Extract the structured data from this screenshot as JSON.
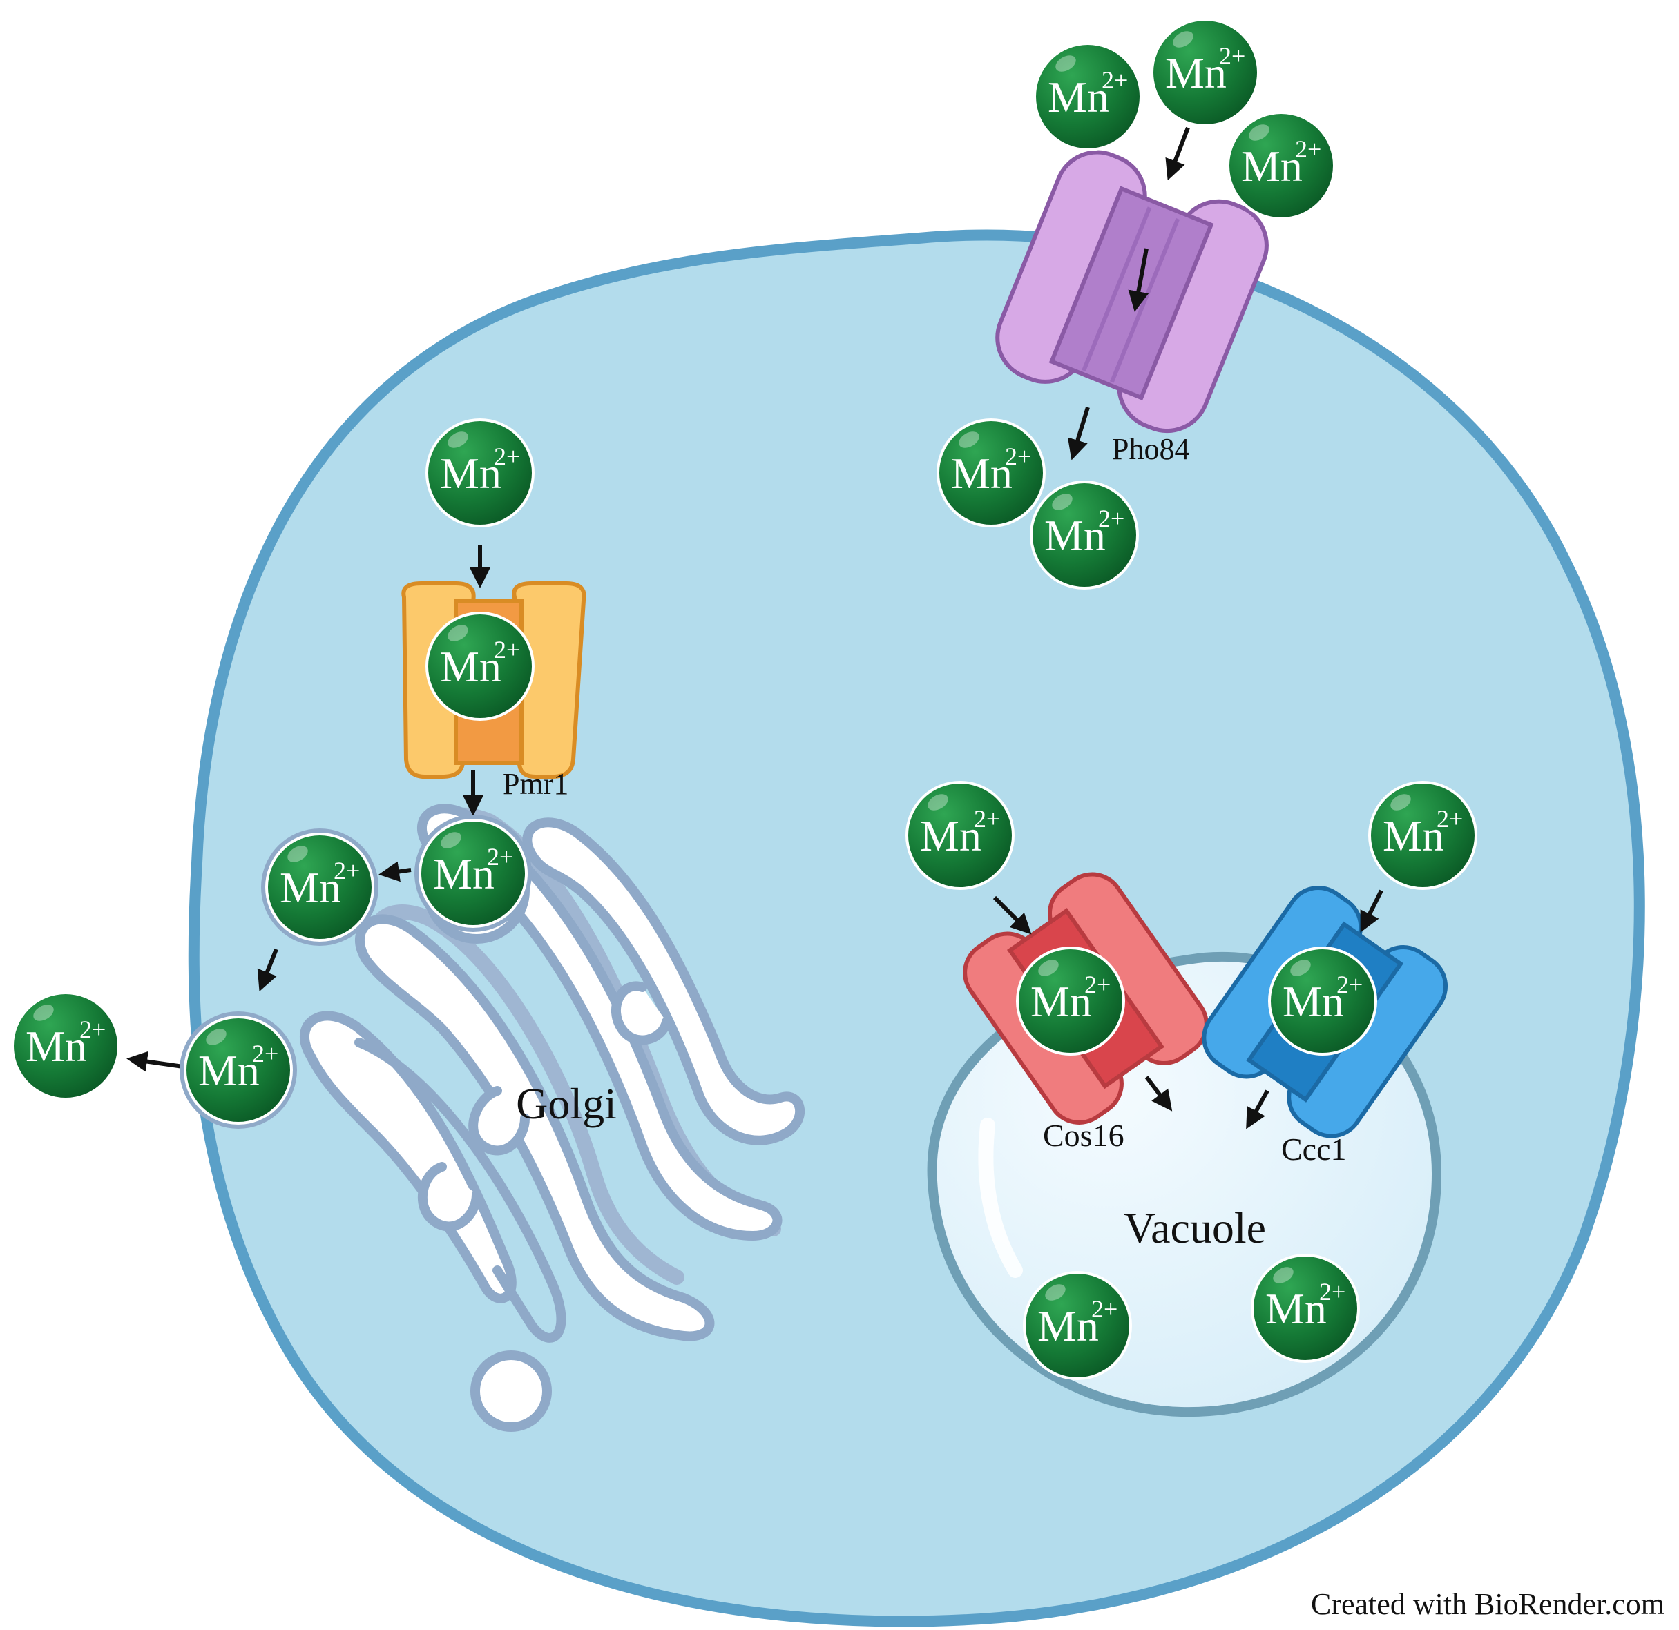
{
  "labels": {
    "golgi": "Golgi",
    "vacuole": "Vacuole",
    "pmr1": "Pmr1",
    "pho84": "Pho84",
    "cos16": "Cos16",
    "ccc1": "Ccc1",
    "credit": "Created with BioRender.com"
  },
  "ion": {
    "symbol": "Mn",
    "charge": "2+"
  },
  "colors": {
    "cell_fill": "#b3dcec",
    "cell_border": "#5aa0c8",
    "ion_fill": "#157a36",
    "pmr1": "#f6a94a",
    "pho84": "#c794dd",
    "cos16": "#e8585c",
    "ccc1": "#2b8fd6",
    "vacuole_fill": "#e6f4fb"
  },
  "ions": [
    {
      "id": "ext-pho84-1"
    },
    {
      "id": "ext-pho84-2"
    },
    {
      "id": "ext-pho84-3"
    },
    {
      "id": "pho84-in-1"
    },
    {
      "id": "pho84-in-2"
    },
    {
      "id": "pmr1-top"
    },
    {
      "id": "pmr1-center"
    },
    {
      "id": "golgi-vesicle-1"
    },
    {
      "id": "golgi-vesicle-2"
    },
    {
      "id": "golgi-vesicle-3"
    },
    {
      "id": "secreted"
    },
    {
      "id": "cos16-top"
    },
    {
      "id": "cos16-center"
    },
    {
      "id": "ccc1-top"
    },
    {
      "id": "ccc1-center"
    },
    {
      "id": "vacuole-1"
    },
    {
      "id": "vacuole-2"
    }
  ]
}
